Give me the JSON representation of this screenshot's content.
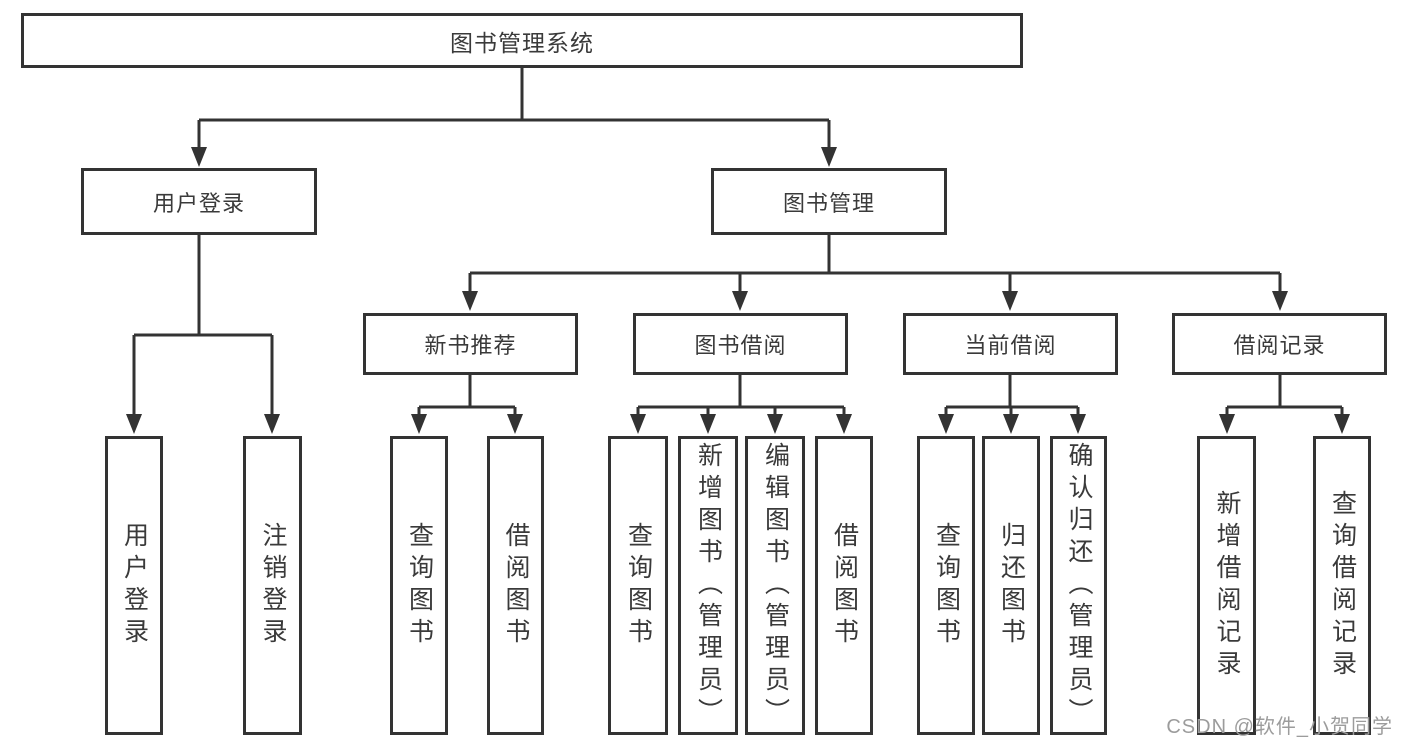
{
  "colors": {
    "line": "#333333",
    "box_border": "#333333",
    "text": "#3a3a3a",
    "background": "#ffffff",
    "watermark": "#9c9c9c"
  },
  "tree": {
    "label": "图书管理系统",
    "children": [
      {
        "label": "用户登录",
        "children": [
          {
            "label": "用户登录"
          },
          {
            "label": "注销登录"
          }
        ]
      },
      {
        "label": "图书管理",
        "children": [
          {
            "label": "新书推荐",
            "children": [
              {
                "label": "查询图书"
              },
              {
                "label": "借阅图书"
              }
            ]
          },
          {
            "label": "图书借阅",
            "children": [
              {
                "label": "查询图书"
              },
              {
                "label": "新增图书（管理员）"
              },
              {
                "label": "编辑图书（管理员）"
              },
              {
                "label": "借阅图书"
              }
            ]
          },
          {
            "label": "当前借阅",
            "children": [
              {
                "label": "查询图书"
              },
              {
                "label": "归还图书"
              },
              {
                "label": "确认归还（管理员）"
              }
            ]
          },
          {
            "label": "借阅记录",
            "children": [
              {
                "label": "新增借阅记录"
              },
              {
                "label": "查询借阅记录"
              }
            ]
          }
        ]
      }
    ]
  },
  "watermark": {
    "text": "CSDN @软件_小贺同学"
  }
}
